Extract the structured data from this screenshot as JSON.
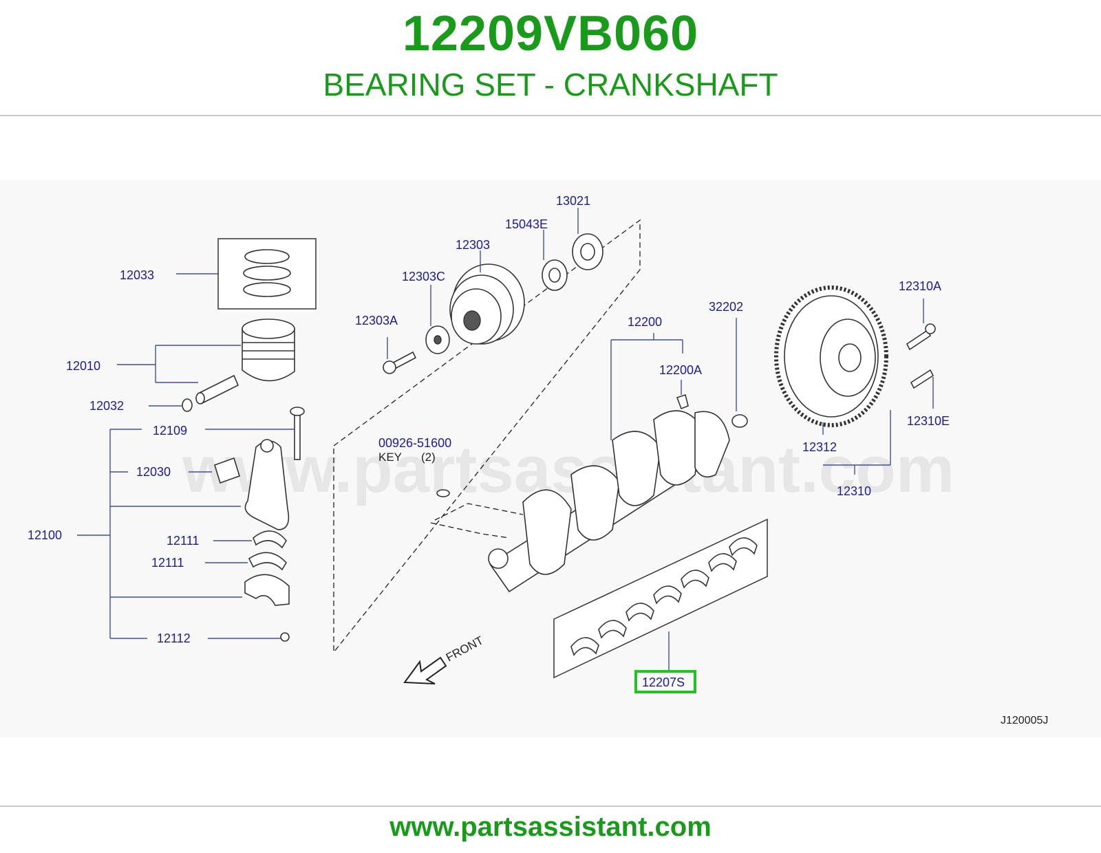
{
  "header": {
    "part_number": "12209VB060",
    "description": "BEARING SET - CRANKSHAFT"
  },
  "diagram": {
    "watermark": "www.partsassistant.com",
    "code": "J120005J",
    "front_label": "FRONT",
    "key_note": {
      "part": "00926-51600",
      "name": "KEY",
      "qty": "(2)"
    },
    "highlighted_part": "12207S",
    "labels": {
      "p13021": "13021",
      "p15043E": "15043E",
      "p12303": "12303",
      "p12303C": "12303C",
      "p12303A": "12303A",
      "p12033": "12033",
      "p12010": "12010",
      "p12032": "12032",
      "p12109": "12109",
      "p12030": "12030",
      "p12100": "12100",
      "p12111a": "12111",
      "p12111b": "12111",
      "p12112": "12112",
      "p12200": "12200",
      "p12200A": "12200A",
      "p32202": "32202",
      "p12310A": "12310A",
      "p12310E": "12310E",
      "p12312": "12312",
      "p12310": "12310"
    }
  },
  "footer": {
    "url": "www.partsassistant.com"
  },
  "colors": {
    "brand_green": "#1a9a1a",
    "label_blue": "#1a1aa0",
    "highlight": "#22c322"
  }
}
